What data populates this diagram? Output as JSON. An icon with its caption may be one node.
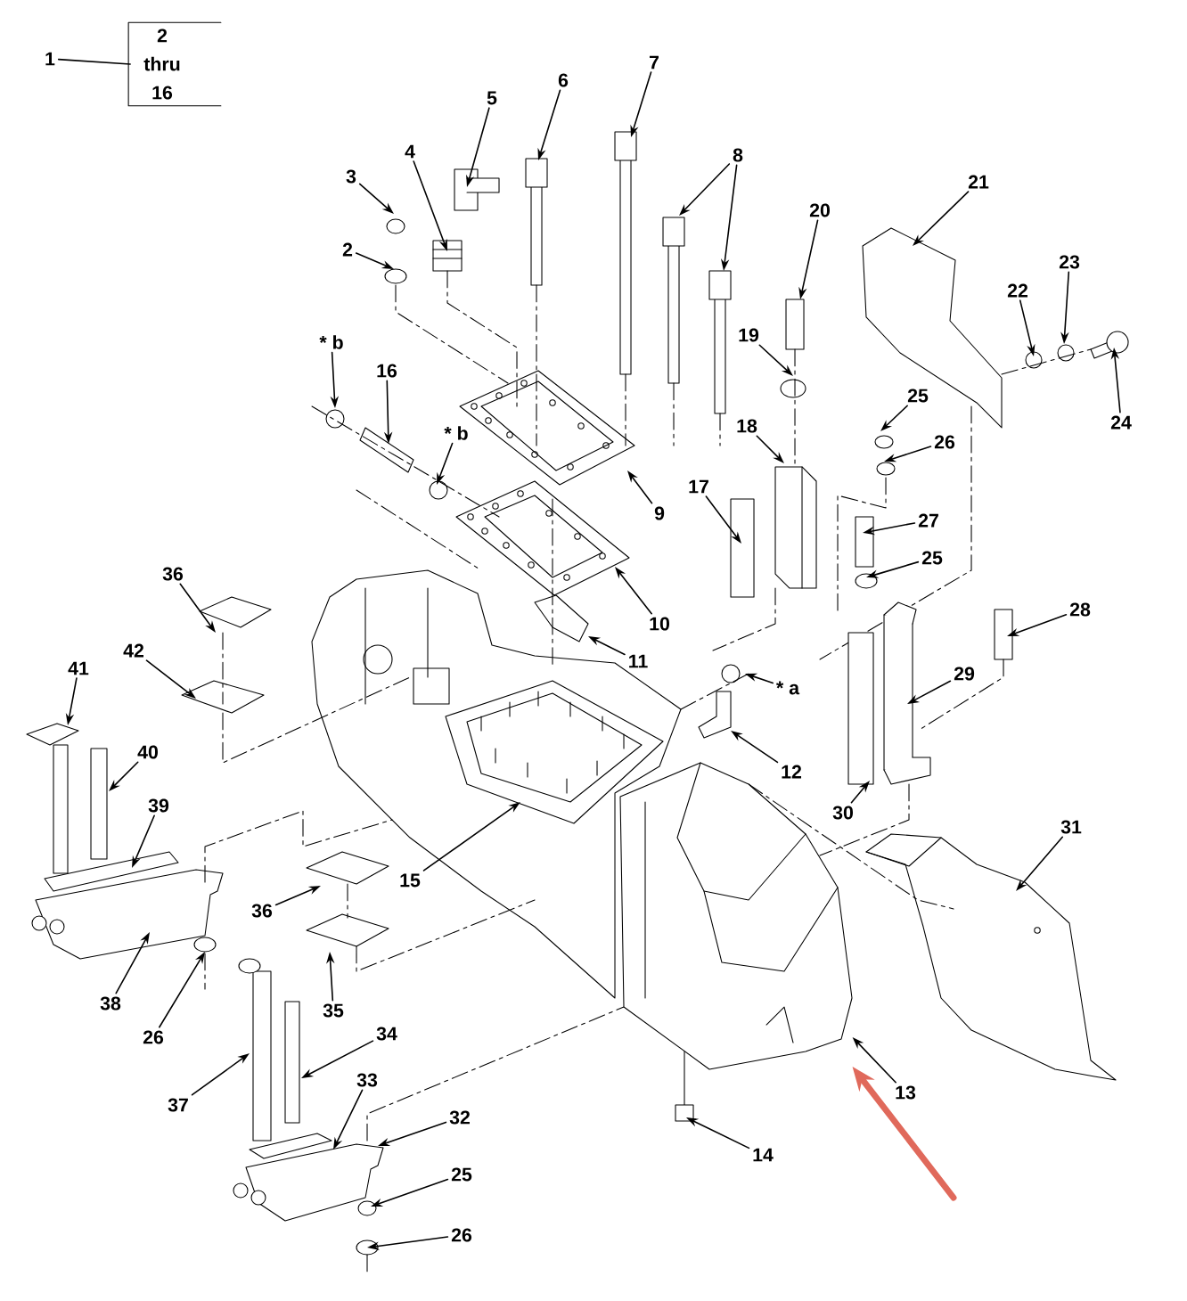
{
  "diagram": {
    "nodes": [
      {
        "text": [
          "1"
        ]
      },
      {
        "text": [
          "2 thru 16"
        ]
      },
      {
        "text": [
          "2"
        ]
      },
      {
        "text": [
          "3"
        ]
      },
      {
        "text": [
          "4"
        ]
      },
      {
        "text": [
          "5"
        ]
      },
      {
        "text": [
          "6"
        ]
      },
      {
        "text": [
          "7"
        ]
      },
      {
        "text": [
          "8"
        ]
      },
      {
        "text": [
          "9"
        ]
      },
      {
        "text": [
          "10"
        ]
      },
      {
        "text": [
          "11"
        ]
      },
      {
        "text": [
          "* a"
        ]
      },
      {
        "text": [
          "12"
        ]
      },
      {
        "text": [],
        "shape": "picture"
      },
      {
        "text": [
          "13"
        ]
      },
      {
        "text": [
          "14"
        ]
      },
      {
        "text": [
          "15"
        ]
      },
      {
        "text": [
          "* b"
        ]
      },
      {
        "text": [
          "16"
        ]
      },
      {
        "text": [
          "* b"
        ]
      },
      {
        "text": [
          "17"
        ]
      },
      {
        "text": [
          "18"
        ]
      },
      {
        "text": [
          "19"
        ]
      },
      {
        "text": [
          "20"
        ]
      },
      {
        "text": [
          "21"
        ]
      },
      {
        "text": [
          "22"
        ]
      },
      {
        "text": [
          "23"
        ]
      },
      {
        "text": [
          "24"
        ]
      },
      {
        "text": [
          "25"
        ]
      },
      {
        "text": [
          "26"
        ]
      },
      {
        "text": [
          "27"
        ]
      },
      {
        "text": [
          "25"
        ]
      },
      {
        "text": [
          "28"
        ]
      },
      {
        "text": [
          "29"
        ]
      },
      {
        "text": [
          "30"
        ]
      },
      {
        "text": [
          "31"
        ]
      },
      {
        "text": [
          "36"
        ]
      },
      {
        "text": [
          "42"
        ]
      },
      {
        "text": [
          "41"
        ]
      },
      {
        "text": [
          "40"
        ]
      },
      {
        "text": [
          "39"
        ]
      },
      {
        "text": [
          "38"
        ]
      },
      {
        "text": [
          "26"
        ]
      },
      {
        "text": [
          "36"
        ]
      },
      {
        "text": [
          "35"
        ]
      },
      {
        "text": [
          "34"
        ]
      },
      {
        "text": [
          "37"
        ]
      },
      {
        "text": [
          "33"
        ]
      },
      {
        "text": [
          "32"
        ]
      },
      {
        "text": [
          "25"
        ]
      },
      {
        "text": [
          "26"
        ]
      }
    ],
    "edges": [
      {
        "from": 0,
        "to": 1,
        "arrow": "none"
      },
      {
        "from": 2,
        "to": null,
        "arrow": "to"
      },
      {
        "from": 3,
        "to": null,
        "arrow": "to"
      },
      {
        "from": 4,
        "to": null,
        "arrow": "to"
      },
      {
        "from": 5,
        "to": null,
        "arrow": "to"
      },
      {
        "from": 6,
        "to": null,
        "arrow": "to"
      },
      {
        "from": 7,
        "to": null,
        "arrow": "to"
      },
      {
        "from": 8,
        "to": null,
        "arrow": "to"
      },
      {
        "from": 8,
        "to": null,
        "arrow": "to"
      },
      {
        "from": 9,
        "to": null,
        "arrow": "to"
      },
      {
        "from": 10,
        "to": null,
        "arrow": "to"
      },
      {
        "from": 11,
        "to": null,
        "arrow": "to"
      },
      {
        "from": 12,
        "to": null,
        "arrow": "to"
      },
      {
        "from": 13,
        "to": null,
        "arrow": "to"
      },
      {
        "from": 15,
        "to": 14,
        "arrow": "to"
      },
      {
        "from": 16,
        "to": null,
        "arrow": "to"
      },
      {
        "from": 17,
        "to": null,
        "arrow": "to"
      },
      {
        "from": 18,
        "to": null,
        "arrow": "to"
      },
      {
        "from": 19,
        "to": null,
        "arrow": "to"
      },
      {
        "from": 20,
        "to": null,
        "arrow": "to"
      },
      {
        "from": 21,
        "to": null,
        "arrow": "to"
      },
      {
        "from": 22,
        "to": null,
        "arrow": "to"
      },
      {
        "from": 23,
        "to": null,
        "arrow": "to"
      },
      {
        "from": 24,
        "to": null,
        "arrow": "to"
      },
      {
        "from": 25,
        "to": null,
        "arrow": "to"
      },
      {
        "from": 26,
        "to": null,
        "arrow": "to"
      },
      {
        "from": 27,
        "to": null,
        "arrow": "to"
      },
      {
        "from": 28,
        "to": null,
        "arrow": "to"
      },
      {
        "from": 29,
        "to": null,
        "arrow": "to"
      },
      {
        "from": 30,
        "to": null,
        "arrow": "to"
      },
      {
        "from": 31,
        "to": null,
        "arrow": "to"
      },
      {
        "from": 32,
        "to": null,
        "arrow": "to"
      },
      {
        "from": 33,
        "to": null,
        "arrow": "to"
      },
      {
        "from": 34,
        "to": null,
        "arrow": "to"
      },
      {
        "from": 35,
        "to": null,
        "arrow": "to"
      },
      {
        "from": 36,
        "to": null,
        "arrow": "to"
      },
      {
        "from": 37,
        "to": null,
        "arrow": "to"
      },
      {
        "from": 38,
        "to": null,
        "arrow": "to"
      },
      {
        "from": 39,
        "to": null,
        "arrow": "to"
      },
      {
        "from": 40,
        "to": null,
        "arrow": "to"
      },
      {
        "from": 41,
        "to": null,
        "arrow": "to"
      },
      {
        "from": 42,
        "to": null,
        "arrow": "to"
      },
      {
        "from": 43,
        "to": null,
        "arrow": "to"
      },
      {
        "from": 44,
        "to": null,
        "arrow": "to"
      },
      {
        "from": 45,
        "to": null,
        "arrow": "to"
      },
      {
        "from": 46,
        "to": null,
        "arrow": "to"
      },
      {
        "from": 47,
        "to": null,
        "arrow": "to"
      },
      {
        "from": 48,
        "to": null,
        "arrow": "to"
      },
      {
        "from": 49,
        "to": null,
        "arrow": "to"
      },
      {
        "from": 50,
        "to": null,
        "arrow": "to"
      },
      {
        "from": 51,
        "to": null,
        "arrow": "to"
      },
      {
        "from": null,
        "to": 14,
        "arrow": "to",
        "style": "thick",
        "color": "#e0695b"
      }
    ]
  }
}
